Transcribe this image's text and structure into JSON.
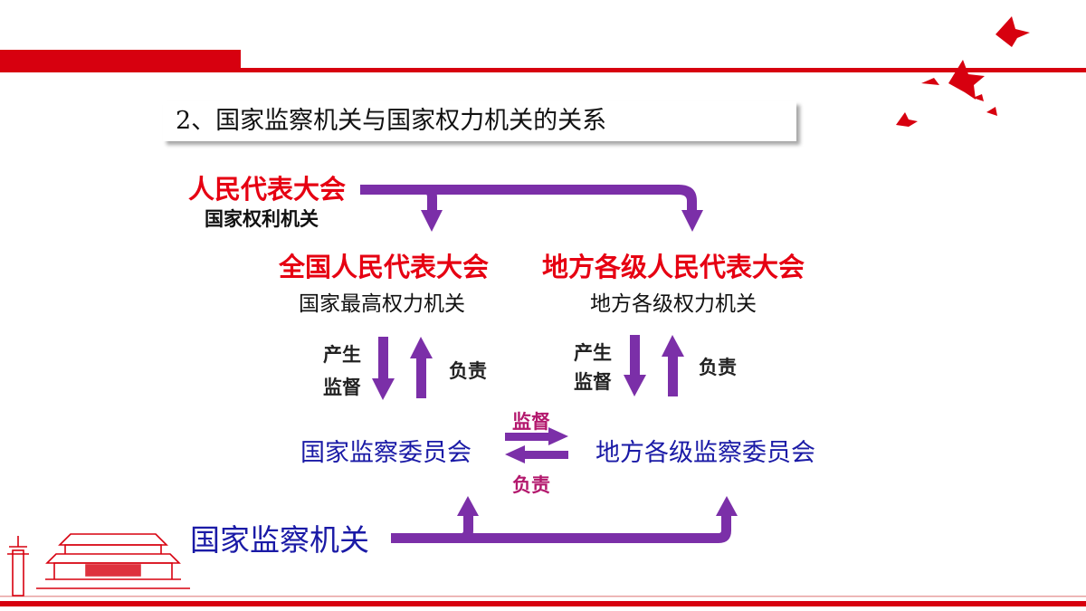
{
  "title": "2、国家监察机关与国家权力机关的关系",
  "npc": {
    "name": "人民代表大会",
    "desc": "国家权利机关"
  },
  "national_npc": {
    "name": "全国人民代表大会",
    "desc": "国家最高权力机关"
  },
  "local_npc": {
    "name": "地方各级人民代表大会",
    "desc": "地方各级权力机关"
  },
  "left_pair": {
    "produce": "产生",
    "supervise": "监督",
    "responsible": "负责"
  },
  "right_pair": {
    "produce": "产生",
    "supervise": "监督",
    "responsible": "负责"
  },
  "national_commission": "国家监察委员会",
  "local_commission": "地方各级监察委员会",
  "middle": {
    "top": "监督",
    "bottom": "负责"
  },
  "supervisory_organ": "国家监察机关",
  "colors": {
    "accent_red": "#d7000f",
    "arrow_purple": "#7b2fa8",
    "text_blue": "#1a1aa6",
    "label_magenta": "#b3186d"
  }
}
